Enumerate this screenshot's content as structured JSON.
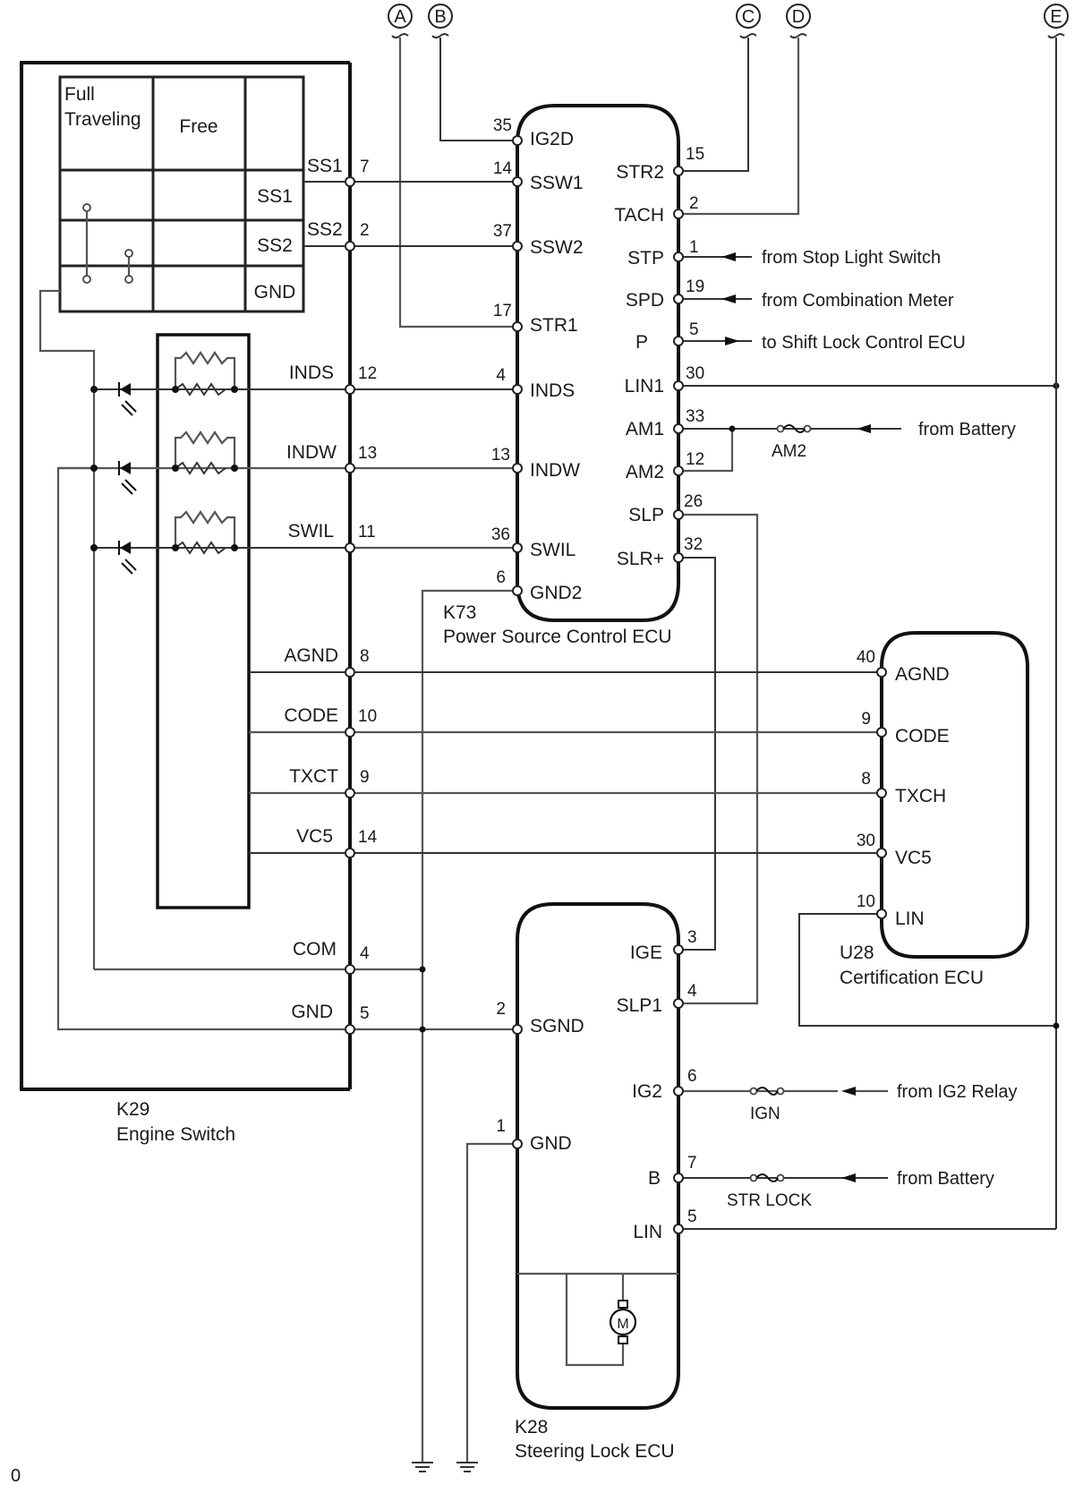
{
  "connectors": [
    {
      "id": "A",
      "label": "A"
    },
    {
      "id": "B",
      "label": "B"
    },
    {
      "id": "C",
      "label": "C"
    },
    {
      "id": "D",
      "label": "D"
    },
    {
      "id": "E",
      "label": "E"
    }
  ],
  "engine_switch": {
    "code": "K29",
    "name": "Engine Switch",
    "table": {
      "header_full": "Full",
      "header_traveling": "Traveling",
      "header_free": "Free",
      "rows": [
        "SS1",
        "SS2",
        "GND"
      ]
    },
    "pins": [
      {
        "name": "SS1",
        "num": "7"
      },
      {
        "name": "SS2",
        "num": "2"
      },
      {
        "name": "INDS",
        "num": "12"
      },
      {
        "name": "INDW",
        "num": "13"
      },
      {
        "name": "SWIL",
        "num": "11"
      },
      {
        "name": "AGND",
        "num": "8"
      },
      {
        "name": "CODE",
        "num": "10"
      },
      {
        "name": "TXCT",
        "num": "9"
      },
      {
        "name": "VC5",
        "num": "14"
      },
      {
        "name": "COM",
        "num": "4"
      },
      {
        "name": "GND",
        "num": "5"
      }
    ]
  },
  "power_source_ecu": {
    "code": "K73",
    "name": "Power Source Control ECU",
    "left_pins": [
      {
        "name": "IG2D",
        "num": "35"
      },
      {
        "name": "SSW1",
        "num": "14"
      },
      {
        "name": "SSW2",
        "num": "37"
      },
      {
        "name": "STR1",
        "num": "17"
      },
      {
        "name": "INDS",
        "num": "4"
      },
      {
        "name": "INDW",
        "num": "13"
      },
      {
        "name": "SWIL",
        "num": "36"
      },
      {
        "name": "GND2",
        "num": "6"
      }
    ],
    "right_pins": [
      {
        "name": "STR2",
        "num": "15"
      },
      {
        "name": "TACH",
        "num": "2"
      },
      {
        "name": "STP",
        "num": "1"
      },
      {
        "name": "SPD",
        "num": "19"
      },
      {
        "name": "P",
        "num": "5"
      },
      {
        "name": "LIN1",
        "num": "30"
      },
      {
        "name": "AM1",
        "num": "33"
      },
      {
        "name": "AM2",
        "num": "12"
      },
      {
        "name": "SLP",
        "num": "26"
      },
      {
        "name": "SLR+",
        "num": "32"
      }
    ],
    "external": {
      "stp": "from Stop Light Switch",
      "spd": "from Combination Meter",
      "p": "to Shift Lock Control ECU",
      "battery": "from Battery",
      "fuse": "AM2"
    }
  },
  "certification_ecu": {
    "code": "U28",
    "name": "Certification ECU",
    "pins": [
      {
        "name": "AGND",
        "num": "40"
      },
      {
        "name": "CODE",
        "num": "9"
      },
      {
        "name": "TXCH",
        "num": "8"
      },
      {
        "name": "VC5",
        "num": "30"
      },
      {
        "name": "LIN",
        "num": "10"
      }
    ]
  },
  "steering_lock_ecu": {
    "code": "K28",
    "name": "Steering Lock ECU",
    "left_pins": [
      {
        "name": "SGND",
        "num": "2"
      },
      {
        "name": "GND",
        "num": "1"
      }
    ],
    "right_pins": [
      {
        "name": "IGE",
        "num": "3"
      },
      {
        "name": "SLP1",
        "num": "4"
      },
      {
        "name": "IG2",
        "num": "6"
      },
      {
        "name": "B",
        "num": "7"
      },
      {
        "name": "LIN",
        "num": "5"
      }
    ],
    "external": {
      "ig2_source": "from IG2 Relay",
      "ig2_fuse": "IGN",
      "b_source": "from Battery",
      "b_fuse": "STR LOCK"
    },
    "motor_label": "M"
  },
  "footer_mark": "0"
}
